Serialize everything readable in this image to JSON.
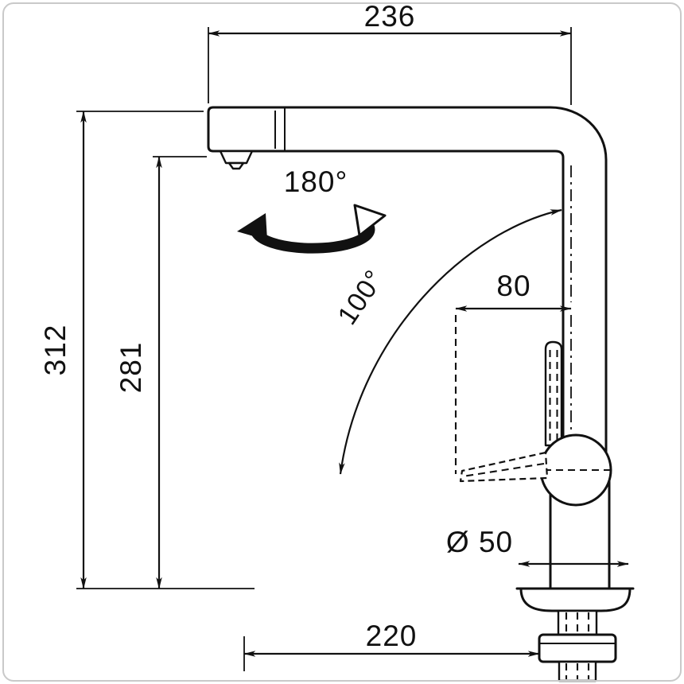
{
  "drawing": {
    "kind": "technical-dimension-drawing",
    "subject": "kitchen pull-out faucet, side view with installation dimensions",
    "colors": {
      "line": "#111111",
      "background": "#ffffff",
      "frame": "#c9c9c9"
    },
    "labels": {
      "width_top": "236",
      "height_total": "312",
      "height_spout": "281",
      "swivel_angle": "180°",
      "lever_angle": "100°",
      "lever_offset": "80",
      "hole_diameter": "Ø 50",
      "reach_bottom": "220"
    }
  }
}
